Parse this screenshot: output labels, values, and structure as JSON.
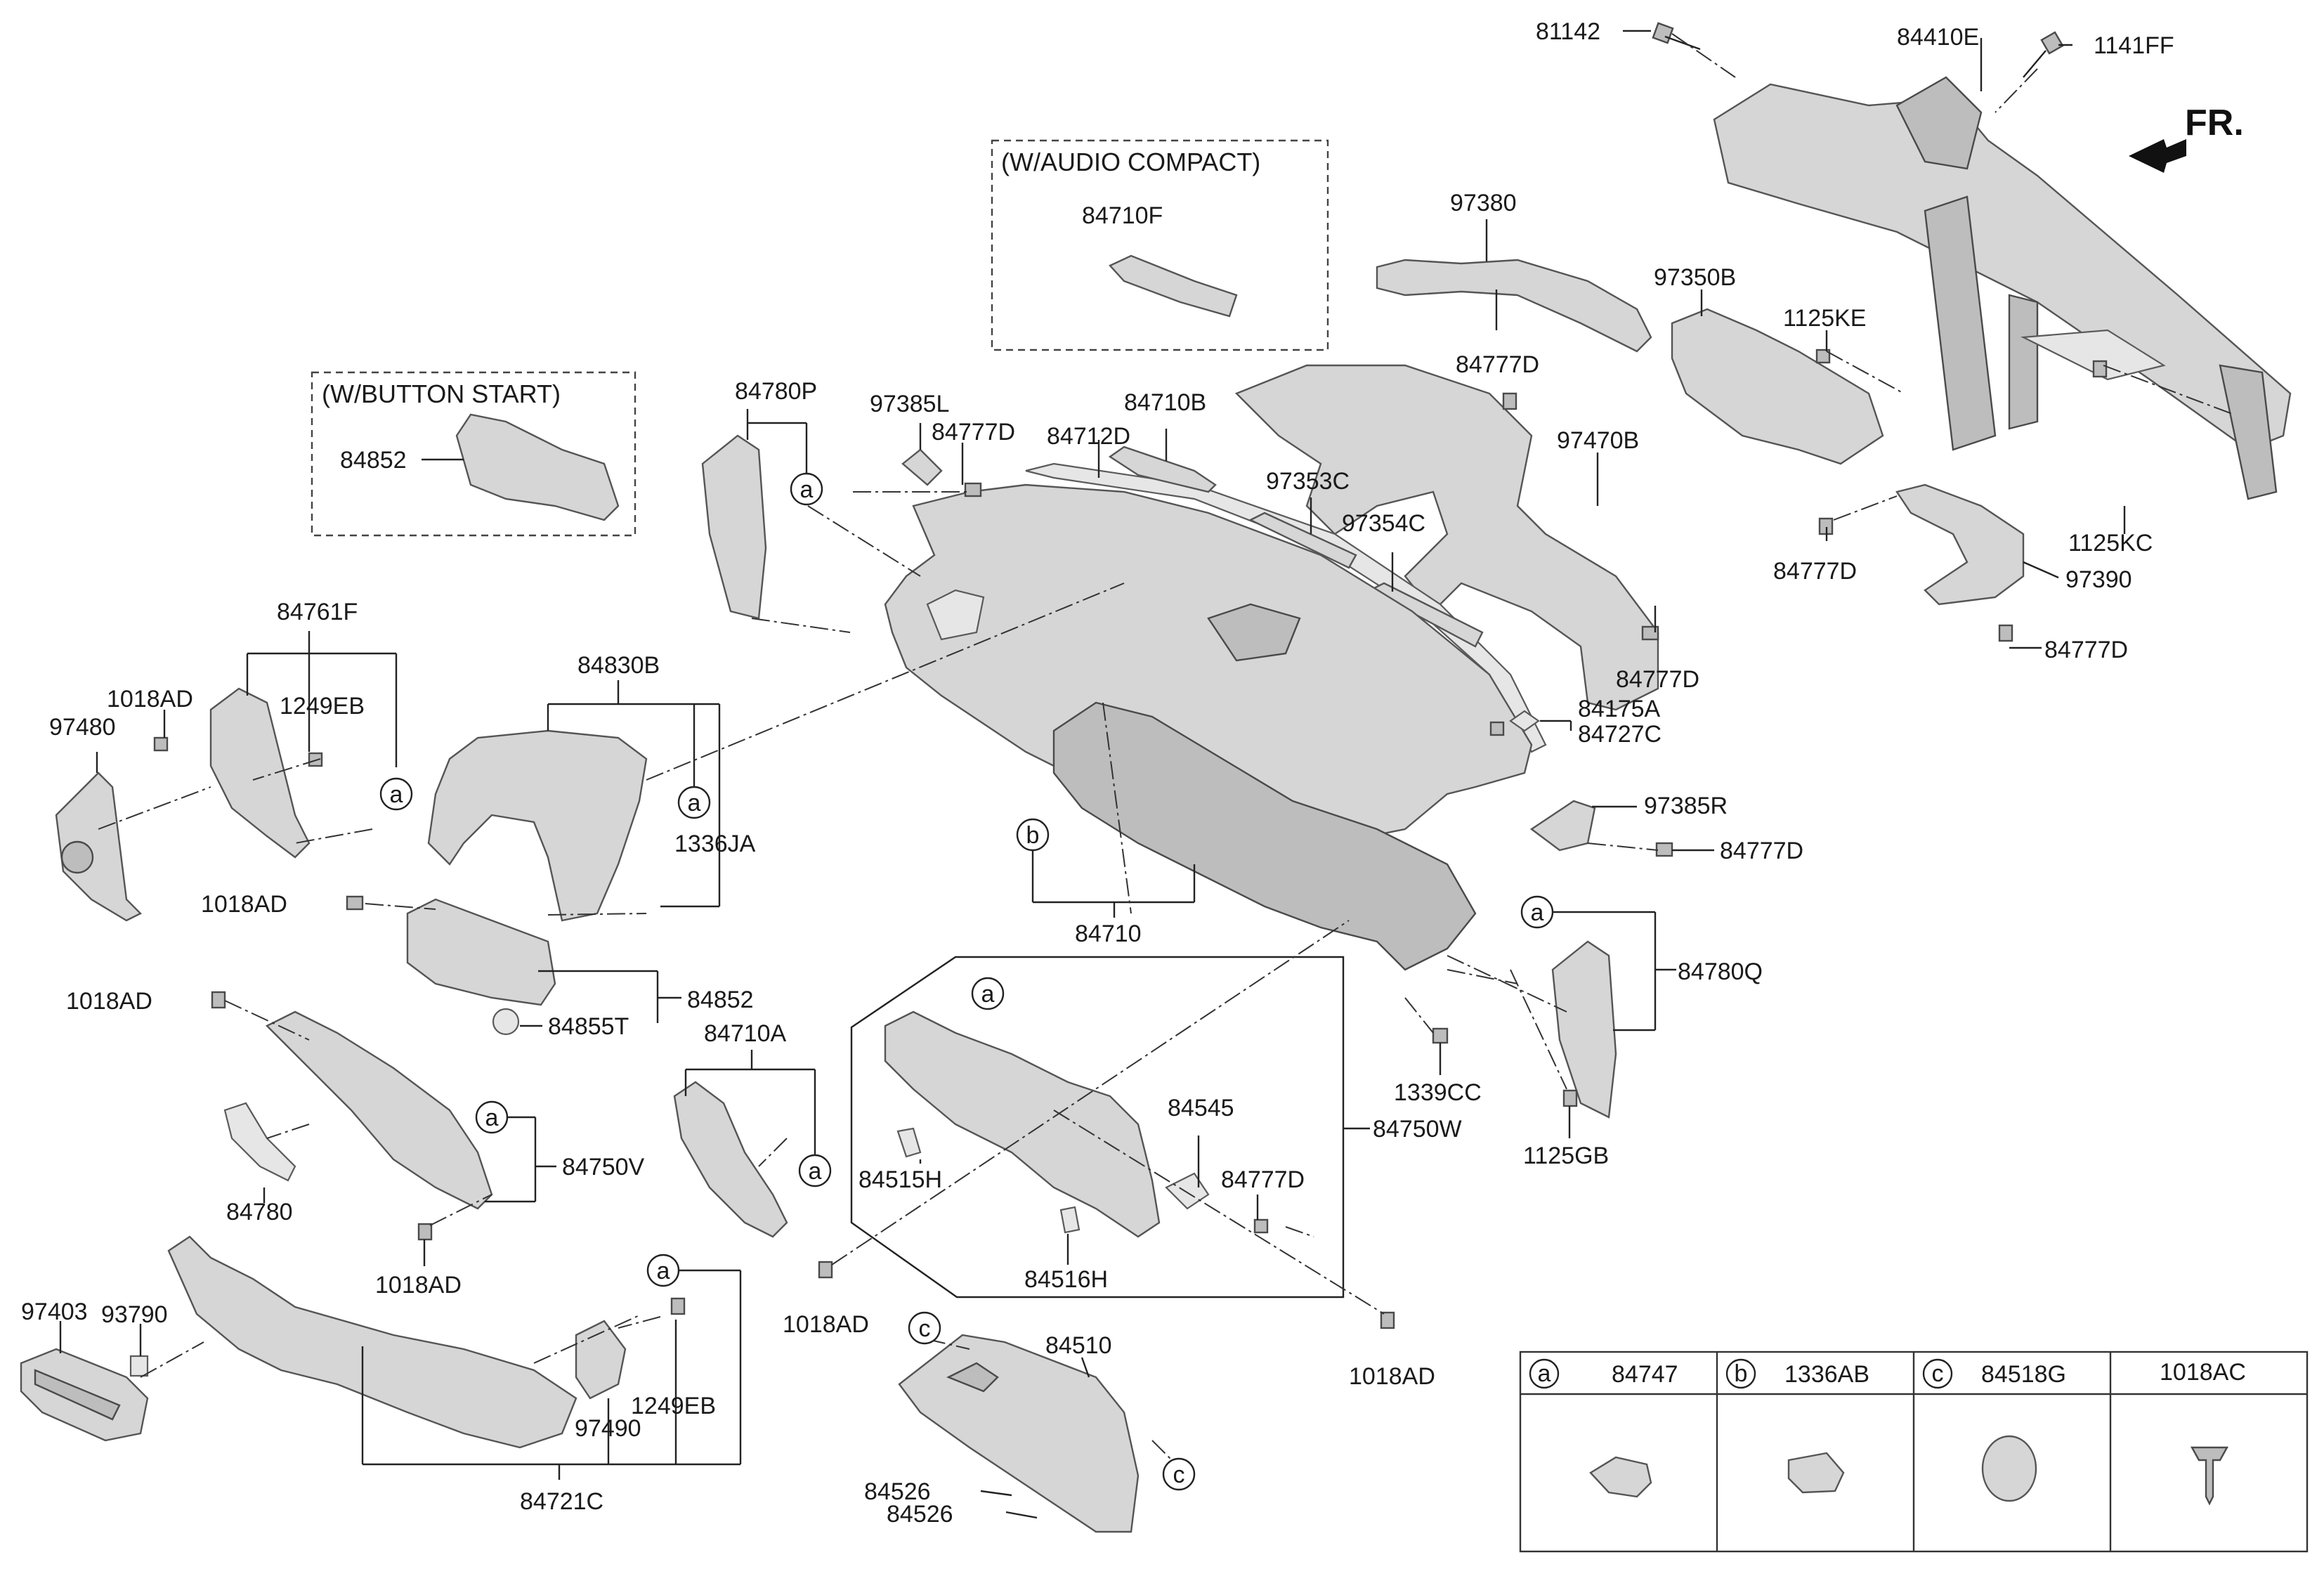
{
  "front_indicator": "FR.",
  "frames": {
    "audio_compact": "(W/AUDIO COMPACT)",
    "button_start": "(W/BUTTON START)"
  },
  "callouts": {
    "a": "a",
    "b": "b",
    "c": "c"
  },
  "labels": {
    "p81142": "81142",
    "p84410E": "84410E",
    "p1141FF": "1141FF",
    "p84710F": "84710F",
    "p97380": "97380",
    "p84777D_a": "84777D",
    "p97350B": "97350B",
    "p1125KE": "1125KE",
    "p84852_a": "84852",
    "p84780P": "84780P",
    "p97385L": "97385L",
    "p84777D_b": "84777D",
    "p84710B": "84710B",
    "p84712D": "84712D",
    "p97353C": "97353C",
    "p97354C": "97354C",
    "p97470B": "97470B",
    "p84777D_c": "84777D",
    "p1125KC": "1125KC",
    "p97390": "97390",
    "p84777D_d": "84777D",
    "p84777D_e": "84777D",
    "p84175A": "84175A",
    "p84727C": "84727C",
    "p84761F": "84761F",
    "p1018AD_a": "1018AD",
    "p97480": "97480",
    "p1249EB_a": "1249EB",
    "p84830B": "84830B",
    "p1336JA": "1336JA",
    "p97385R": "97385R",
    "p84777D_f": "84777D",
    "p1018AD_b": "1018AD",
    "p84710": "84710",
    "p84780Q": "84780Q",
    "p84852_b": "84852",
    "p84855T": "84855T",
    "p1018AD_c": "1018AD",
    "p84710A": "84710A",
    "p1339CC": "1339CC",
    "p1125GB": "1125GB",
    "p84750W": "84750W",
    "p84545": "84545",
    "p84515H": "84515H",
    "p84777D_g": "84777D",
    "p84750V": "84750V",
    "p84780": "84780",
    "p84516H": "84516H",
    "p1018AD_d": "1018AD",
    "p1018AD_e": "1018AD",
    "p1018AD_f": "1018AD",
    "p97403": "97403",
    "p93790": "93790",
    "p1249EB_b": "1249EB",
    "p97490": "97490",
    "p84721C": "84721C",
    "p84510": "84510",
    "p84526_a": "84526",
    "p84526_b": "84526"
  },
  "legend": [
    {
      "key": "a",
      "part": "84747"
    },
    {
      "key": "b",
      "part": "1336AB"
    },
    {
      "key": "c",
      "part": "84518G"
    },
    {
      "key": "",
      "part": "1018AC"
    }
  ]
}
